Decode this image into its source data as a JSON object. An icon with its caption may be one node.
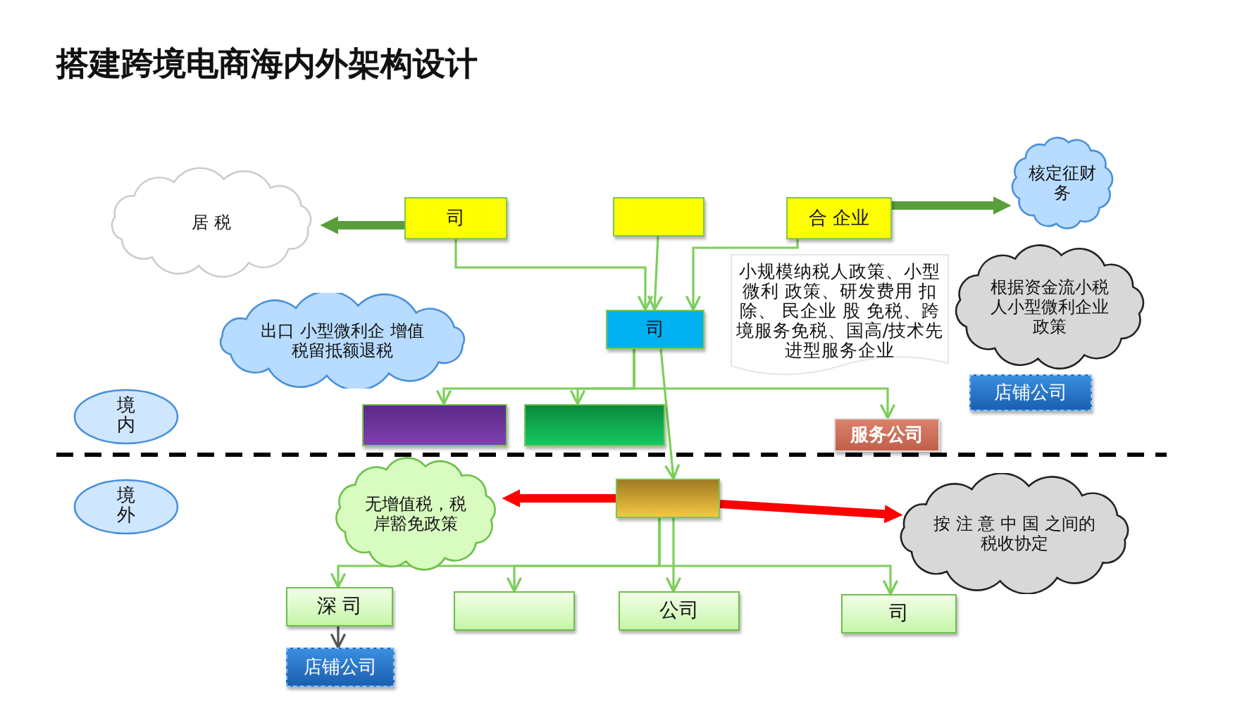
{
  "diagram": {
    "title": "搭建跨境电商海内外架构设计",
    "nodes": [
      {
        "text": [
          "司"
        ]
      },
      {
        "text": [],
        "shape": "box"
      },
      {
        "text": [
          "合 企业"
        ]
      },
      {
        "text": [
          "司"
        ]
      },
      {
        "text": [],
        "shape": "box"
      },
      {
        "text": [],
        "shape": "box"
      },
      {
        "text": [
          "服务公司"
        ]
      },
      {
        "text": [
          "店铺公司"
        ]
      },
      {
        "text": [],
        "shape": "box"
      },
      {
        "text": [
          "深 司"
        ]
      },
      {
        "text": [],
        "shape": "box"
      },
      {
        "text": [
          "公司"
        ]
      },
      {
        "text": [
          "司"
        ]
      },
      {
        "text": [
          "店铺公司"
        ]
      },
      {
        "text": [
          "居 税"
        ]
      },
      {
        "text": [
          "出口 小型微利企 增值税留抵额退税"
        ]
      },
      {
        "text": [
          "小规模纳税人政策、小型微利 政策、研发费用 扣除、 民企业 股 免税、跨境服务免税、国高/技术先进型服务企业"
        ]
      },
      {
        "text": [
          "核定征财务"
        ]
      },
      {
        "text": [
          "根据资金流小税人小型微利企业政策"
        ]
      },
      {
        "text": [
          "无增值税，税岸豁免政策"
        ]
      },
      {
        "text": [
          "按 注 意 中 国 之间的税收协定"
        ]
      },
      {
        "text": [
          "境内"
        ]
      },
      {
        "text": [
          "境外"
        ]
      }
    ],
    "edges": [
      {
        "from": 0,
        "to": 3,
        "arrow": "to"
      },
      {
        "from": 1,
        "to": 3,
        "arrow": "to"
      },
      {
        "from": 2,
        "to": 3,
        "arrow": "to"
      },
      {
        "from": 3,
        "to": 4,
        "arrow": "to"
      },
      {
        "from": 3,
        "to": 5,
        "arrow": "to"
      },
      {
        "from": 3,
        "to": 6,
        "arrow": "to"
      },
      {
        "from": 3,
        "to": 8,
        "arrow": "to"
      },
      {
        "from": 8,
        "to": 9,
        "arrow": "to"
      },
      {
        "from": 8,
        "to": 10,
        "arrow": "to"
      },
      {
        "from": 8,
        "to": 11,
        "arrow": "to"
      },
      {
        "from": 8,
        "to": 12,
        "arrow": "to"
      },
      {
        "from": 9,
        "to": 13,
        "arrow": "to",
        "color": "#555555"
      },
      {
        "from": 0,
        "to": 14,
        "arrow": "to",
        "style": "thick",
        "color": "#5a9e3c"
      },
      {
        "from": 2,
        "to": 17,
        "arrow": "to",
        "style": "thick",
        "color": "#5a9e3c"
      },
      {
        "from": 8,
        "to": 19,
        "arrow": "to",
        "style": "thick",
        "color": "#ff0000"
      },
      {
        "from": 8,
        "to": 20,
        "arrow": "to",
        "style": "thick",
        "color": "#ff0000"
      }
    ]
  }
}
